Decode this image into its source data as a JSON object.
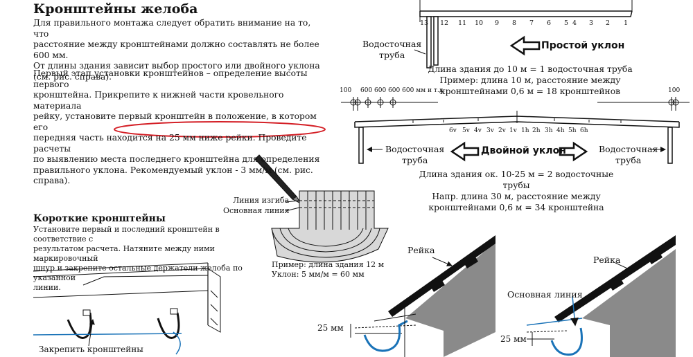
{
  "left": {
    "title": "Кронштейны желоба",
    "para1": [
      "Для правильного монтажа следует обратить внимание на то, что",
      "расстояние между кронштейнами должно составлять не более 600 мм.",
      "От длины здания зависит выбор простого или двойного уклона",
      "(см. рис. справа)."
    ],
    "para2": [
      "Первый этап установки кронштейнов – определение высоты первого",
      "кронштейна. Прикрепите к нижней части кровельного материала",
      "рейку,  установите первый кронштейн в положение, в котором его",
      "передняя часть находится на 25 мм ниже рейки. Проведите расчеты",
      "по  выявлению места последнего  кронштейна для определения"
    ],
    "para2_last_a": "правильного уклона.",
    "para2_last_b": "Рекомендуемый уклон - 3 мм/м (см. рис. справа)."
  },
  "short": {
    "title": "Короткие кронштейны",
    "text": [
      "Установите первый и последний кронштейн в соответствие с",
      "результатом расчета. Натяните между ними маркировочный",
      "шнур и закрепите остальные держатели желоба по указанной",
      "линии."
    ],
    "fix_label": "Закрепить кронштейны"
  },
  "bend": {
    "bend_line": "Линия изгиба",
    "main_line": "Основная линия",
    "example": [
      "Пример: длина здания 12 м",
      "Уклон: 5 мм/м = 60 мм"
    ]
  },
  "simple": {
    "numbers": [
      "13",
      "12",
      "11",
      "10",
      "9",
      "8",
      "7",
      "6",
      "5",
      "4",
      "3",
      "2",
      "1"
    ],
    "pipe": [
      "Водосточная",
      "труба"
    ],
    "arrow_label": "Простой уклон",
    "caption": [
      "Длина здания до 10 м = 1 водосточная труба",
      "Пример: длина 10 м, расстояние между",
      "кронштейнами 0,6 м = 18 кронштейнов"
    ]
  },
  "double": {
    "left_100": "100",
    "right_100": "100",
    "dims": "600 600 600 600 мм и т.д.",
    "ticks": [
      "6v",
      "5v",
      "4v",
      "3v",
      "2v",
      "1v",
      "1h",
      "2h",
      "3h",
      "4h",
      "5h",
      "6h"
    ],
    "pipe_left": [
      "Водосточная",
      "труба"
    ],
    "pipe_right": [
      "Водосточная",
      "труба"
    ],
    "arrow_label": "Двойной уклон",
    "caption": [
      "Длина здания ок. 10-25 м = 2 водосточные трубы",
      "Напр. длина 30 м, расстояние между",
      "кронштейнами 0,6 м = 34 кронштейна"
    ]
  },
  "roof": {
    "rail_left": "Рейка",
    "rail_right": "Рейка",
    "main_line": "Основная линия",
    "mm_left": "25 мм",
    "mm_right": "25 мм"
  },
  "colors": {
    "highlight": "#d41f26",
    "blue": "#1a73b8",
    "roof_gray": "#8a8a8a"
  }
}
